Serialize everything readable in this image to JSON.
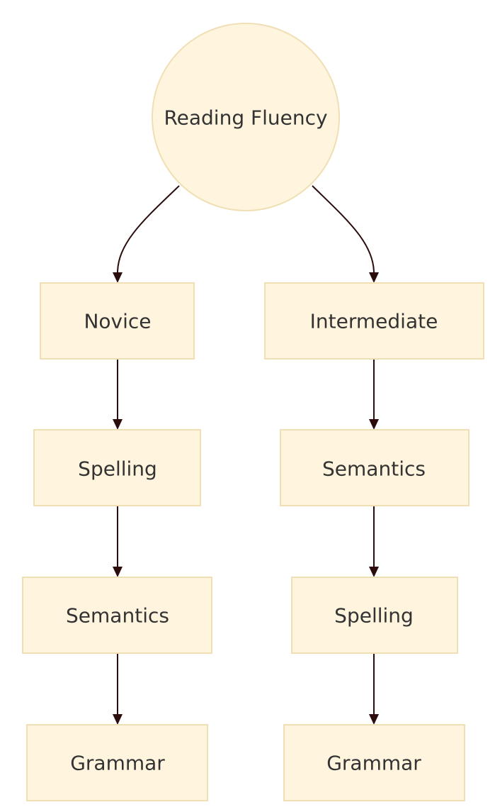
{
  "diagram": {
    "nodes": {
      "root": {
        "label": "Reading Fluency",
        "shape": "circle"
      },
      "novice": {
        "label": "Novice",
        "shape": "rect"
      },
      "intermediate": {
        "label": "Intermediate",
        "shape": "rect"
      },
      "novice_step_1": {
        "label": "Spelling",
        "shape": "rect"
      },
      "novice_step_2": {
        "label": "Semantics",
        "shape": "rect"
      },
      "novice_step_3": {
        "label": "Grammar",
        "shape": "rect"
      },
      "intermediate_step_1": {
        "label": "Semantics",
        "shape": "rect"
      },
      "intermediate_step_2": {
        "label": "Spelling",
        "shape": "rect"
      },
      "intermediate_step_3": {
        "label": "Grammar",
        "shape": "rect"
      }
    },
    "edges": [
      {
        "from": "root",
        "to": "novice"
      },
      {
        "from": "root",
        "to": "intermediate"
      },
      {
        "from": "novice",
        "to": "novice_step_1"
      },
      {
        "from": "novice_step_1",
        "to": "novice_step_2"
      },
      {
        "from": "novice_step_2",
        "to": "novice_step_3"
      },
      {
        "from": "intermediate",
        "to": "intermediate_step_1"
      },
      {
        "from": "intermediate_step_1",
        "to": "intermediate_step_2"
      },
      {
        "from": "intermediate_step_2",
        "to": "intermediate_step_3"
      }
    ],
    "colors": {
      "node_fill": "#fff4dd",
      "node_stroke": "#f0dfb4",
      "edge": "#2b0d0d",
      "text": "#333333"
    }
  }
}
